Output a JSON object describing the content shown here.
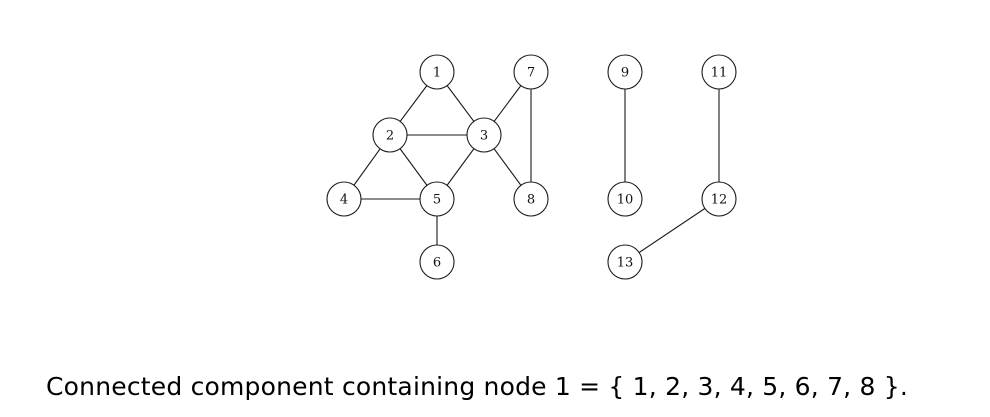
{
  "graph": {
    "nodes": [
      {
        "id": "1",
        "label": "1"
      },
      {
        "id": "2",
        "label": "2"
      },
      {
        "id": "3",
        "label": "3"
      },
      {
        "id": "4",
        "label": "4"
      },
      {
        "id": "5",
        "label": "5"
      },
      {
        "id": "6",
        "label": "6"
      },
      {
        "id": "7",
        "label": "7"
      },
      {
        "id": "8",
        "label": "8"
      },
      {
        "id": "9",
        "label": "9"
      },
      {
        "id": "10",
        "label": "10"
      },
      {
        "id": "11",
        "label": "11"
      },
      {
        "id": "12",
        "label": "12"
      },
      {
        "id": "13",
        "label": "13"
      }
    ],
    "edges": [
      [
        "1",
        "2"
      ],
      [
        "1",
        "3"
      ],
      [
        "2",
        "3"
      ],
      [
        "2",
        "4"
      ],
      [
        "2",
        "5"
      ],
      [
        "3",
        "5"
      ],
      [
        "3",
        "7"
      ],
      [
        "3",
        "8"
      ],
      [
        "4",
        "5"
      ],
      [
        "5",
        "6"
      ],
      [
        "7",
        "8"
      ],
      [
        "9",
        "10"
      ],
      [
        "11",
        "12"
      ],
      [
        "12",
        "13"
      ]
    ]
  },
  "caption": "Connected component containing node 1 = { 1, 2, 3, 4, 5, 6, 7, 8 }."
}
